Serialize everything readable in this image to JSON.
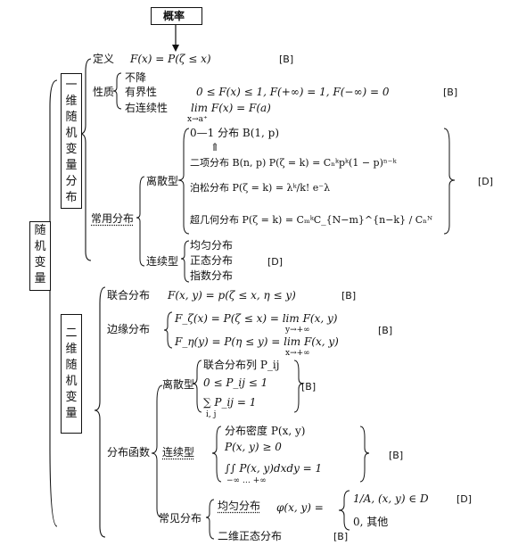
{
  "title": "概率",
  "root": "随机变量",
  "branch1": "一维随机变量分布",
  "branch2": "二维随机变量",
  "def": {
    "label": "定义",
    "formula": "F(x) = P(ζ ≤ x)",
    "tag": "[B]"
  },
  "prop": {
    "label": "性质",
    "items": [
      "不降",
      "有界性",
      "右连续性"
    ],
    "bounded": "0 ≤ F(x) ≤ 1, F(+∞) = 1, F(−∞) = 0",
    "rightcont": "lim F(x) = F(a)",
    "rightcont_sub": "x→a⁺",
    "tag": "[B]"
  },
  "common": {
    "label": "常用分布",
    "discrete": "离散型",
    "items": [
      "0—1 分布 B(1, p)",
      "⇑",
      "二项分布 B(n, p)   P(ζ = k) = Cₙᵏpᵏ(1 − p)ⁿ⁻ᵏ",
      "泊松分布    P(ζ = k) = λᵏ/k! e⁻λ",
      "超几何分布    P(ζ = k) = CₘᵏC_{N−m}^{n−k} / Cₙᴺ"
    ],
    "discrete_tag": "[D]",
    "continuous": "连续型",
    "cont_items": [
      "均匀分布",
      "正态分布",
      "指数分布"
    ],
    "cont_tag": "[D]"
  },
  "joint": {
    "label": "联合分布",
    "formula": "F(x, y) = p(ζ ≤ x, η ≤ y)",
    "tag": "[B]"
  },
  "marginal": {
    "label": "边缘分布",
    "fx": "F_ζ(x) = P(ζ ≤ x) = lim F(x, y)",
    "fx_sub": "y→+∞",
    "fy": "F_η(y) = P(η ≤ y) = lim F(x, y)",
    "fy_sub": "x→+∞",
    "tag": "[B]"
  },
  "distfunc": {
    "label": "分布函数",
    "discrete": "离散型",
    "d_items": [
      "联合分布列   P_ij",
      "0 ≤ P_ij ≤ 1",
      "∑ P_ij = 1"
    ],
    "d_sub": "i, j",
    "d_tag": "[B]",
    "continuous": "连续型",
    "c_items": [
      "分布密度 P(x, y)",
      "P(x, y) ≥ 0",
      "∫∫ P(x, y)dxdy = 1"
    ],
    "c_limits": "−∞ … +∞",
    "c_tag": "[B]",
    "common": "常见分布",
    "uniform": "均匀分布",
    "uniform_formula": "φ(x, y) =",
    "uniform_case1": "1/A,   (x, y) ∈ D",
    "uniform_case2": "0,     其他",
    "uniform_tag": "[D]",
    "normal2d": "二维正态分布",
    "normal2d_tag": "[B]"
  }
}
